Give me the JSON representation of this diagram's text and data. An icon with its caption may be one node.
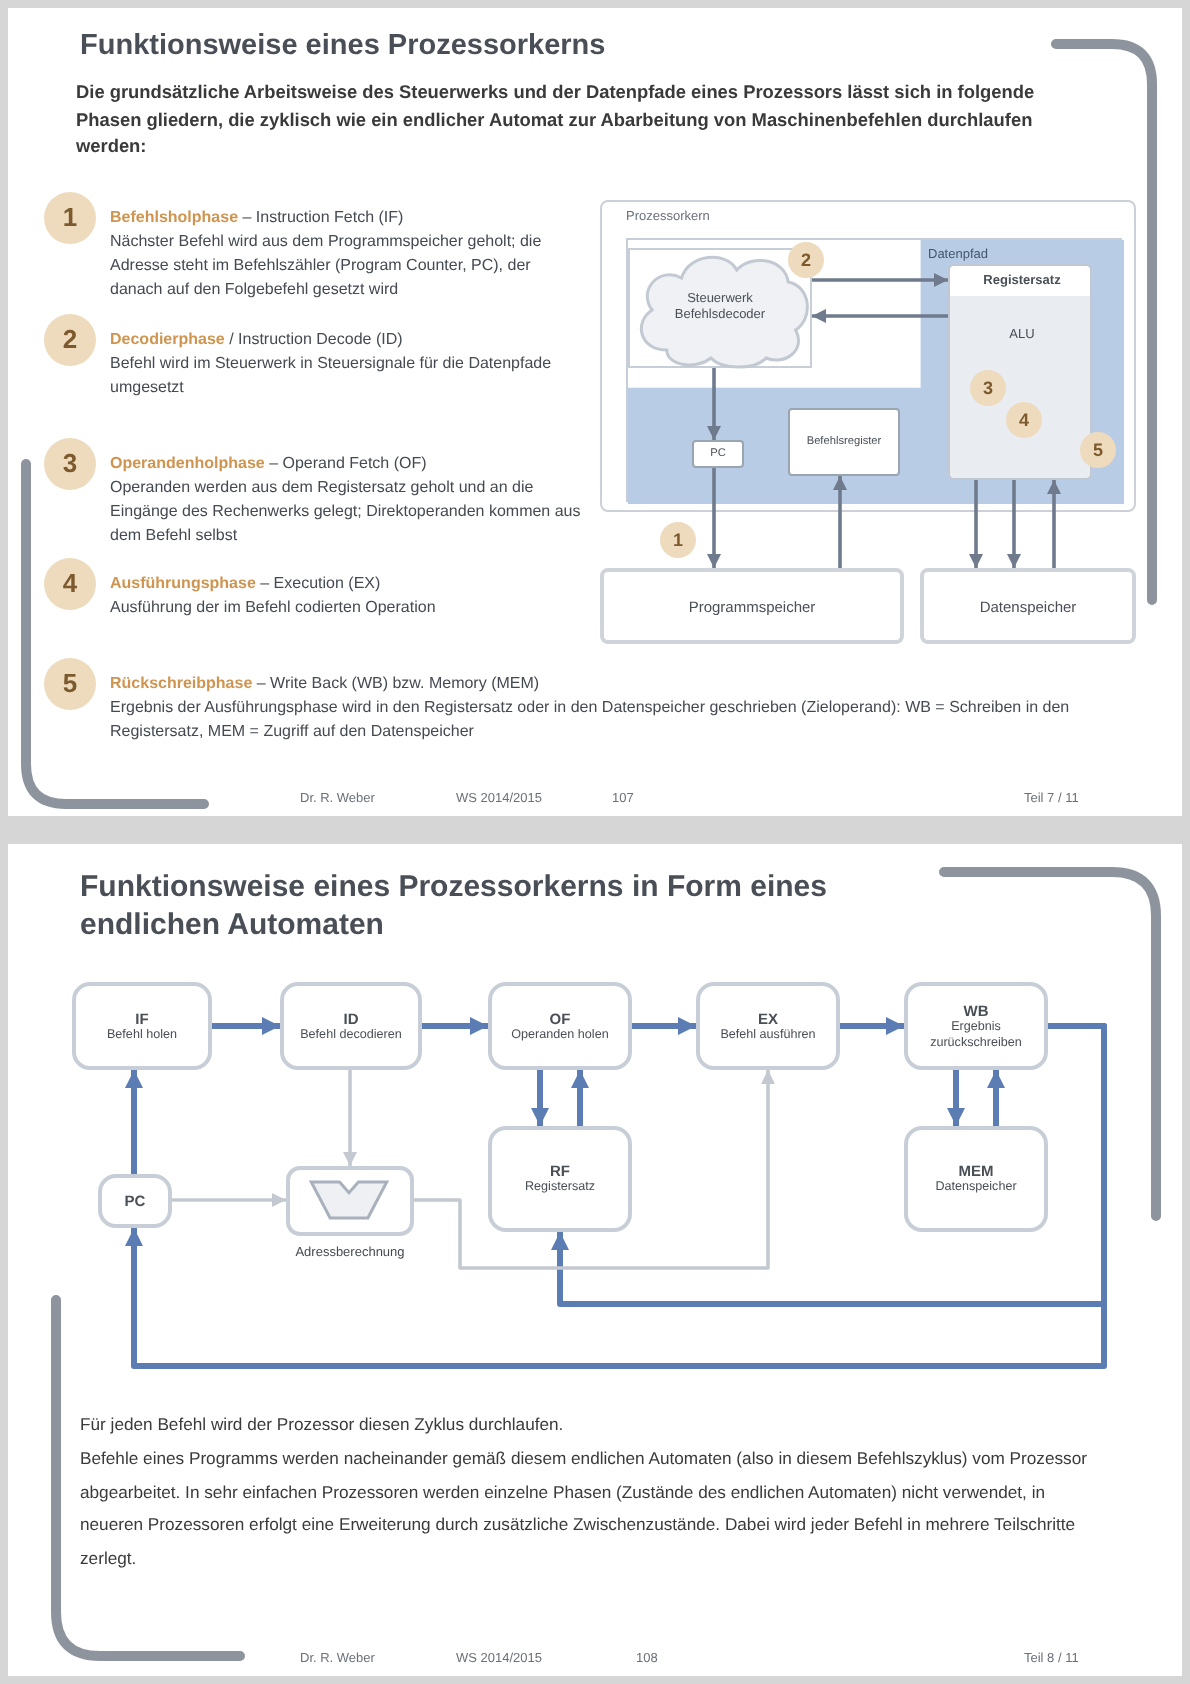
{
  "diagram": {
    "nodes": [
      {
        "text": [
          "Funktionsweise eines Prozessorkerns",
          "Die grundsätzliche Arbeitsweise des Steuerwerks und der Datenpfade eines Prozessors lässt sich in folgende Phasen gliedern, die zyklisch wie ein endlicher Automat zur Abarbeitung von Maschinenbefehlen durchlaufen werden:"
        ]
      },
      {
        "text": [
          "1"
        ],
        "in": 0,
        "beside": [
          "**Befehlsholphase** – Instruction Fetch (IF)",
          "Nächster Befehl wird aus dem Programmspeicher geholt; die Adresse steht im Befehlszähler (Program Counter, PC), der danach auf den Folgebefehl gesetzt wird"
        ]
      },
      {
        "text": [
          "2"
        ],
        "in": 0,
        "beside": [
          "**Decodierphase** / Instruction Decode (ID)",
          "Befehl wird im Steuerwerk in Steuersignale für die Datenpfade umgesetzt"
        ]
      },
      {
        "text": [
          "3"
        ],
        "in": 0,
        "beside": [
          "**Operandenholphase** – Operand Fetch (OF)",
          "Operanden werden aus dem Registersatz geholt und an die Eingänge des Rechenwerks gelegt; Direktoperanden kommen aus dem Befehl selbst"
        ]
      },
      {
        "text": [
          "4"
        ],
        "in": 0,
        "beside": [
          "**Ausführungsphase** – Execution (EX)",
          "Ausführung der im Befehl codierten Operation"
        ]
      },
      {
        "text": [
          "5"
        ],
        "in": 0,
        "beside": [
          "**Rückschreibphase** – Write Back (WB) bzw. Memory (MEM)",
          "Ergebnis der Ausführungsphase wird in den Registersatz oder in den Datenspeicher geschrieben (Zieloperand): WB = Schreiben in den Registersatz, MEM = Zugriff auf den Datenspeicher"
        ]
      },
      {
        "text": [
          "Prozessorkern"
        ],
        "in": 0
      },
      {
        "text": [
          "Steuerwerk",
          "Befehlsdecoder"
        ],
        "in": 8
      },
      {
        "text": [
          "Datenpfad"
        ],
        "in": 6
      },
      {
        "text": [
          "Registersatz",
          "ALU"
        ],
        "in": 8
      },
      {
        "text": [
          "PC"
        ],
        "in": 8
      },
      {
        "text": [
          "Befehlsregister"
        ],
        "in": 8
      },
      {
        "text": [
          "2"
        ],
        "in": 8
      },
      {
        "text": [
          "3"
        ],
        "in": 9
      },
      {
        "text": [
          "4"
        ],
        "in": 9
      },
      {
        "text": [
          "5"
        ],
        "in": 8
      },
      {
        "text": [
          "1"
        ],
        "in": 0
      },
      {
        "text": [
          "Programmspeicher"
        ],
        "in": 0
      },
      {
        "text": [
          "Datenspeicher"
        ],
        "in": 0
      },
      {
        "text": [
          "Funktionsweise eines Prozessorkerns in Form eines endlichen Automaten",
          "Für jeden Befehl wird der Prozessor diesen Zyklus durchlaufen.",
          "Befehle eines Programms werden nacheinander gemäß diesem endlichen Automaten (also in diesem Befehlszyklus) vom Prozessor abgearbeitet. In sehr einfachen Prozessoren werden einzelne Phasen (Zustände des endlichen Automaten) nicht verwendet, in neueren Prozessoren erfolgt eine Erweiterung durch zusätzliche Zwischenzustände. Dabei wird jeder Befehl in mehrere Teilschritte zerlegt."
        ]
      },
      {
        "text": [
          "IF",
          "Befehl holen"
        ],
        "in": 19
      },
      {
        "text": [
          "ID",
          "Befehl decodieren"
        ],
        "in": 19
      },
      {
        "text": [
          "OF",
          "Operanden holen"
        ],
        "in": 19
      },
      {
        "text": [
          "EX",
          "Befehl ausführen"
        ],
        "in": 19
      },
      {
        "text": [
          "WB",
          "Ergebnis zurückschreiben"
        ],
        "in": 19
      },
      {
        "text": [
          "PC"
        ],
        "in": 19
      },
      {
        "text": [],
        "shape": "trapezoid",
        "in": 19,
        "beside": [
          "Adressberechnung"
        ]
      },
      {
        "text": [
          "RF",
          "Registersatz"
        ],
        "in": 19
      },
      {
        "text": [
          "MEM",
          "Datenspeicher"
        ],
        "in": 19
      }
    ],
    "edges": [
      {
        "from": 7,
        "to": 9,
        "arrow": "to",
        "color": "#6f7a8c"
      },
      {
        "from": 9,
        "to": 7,
        "arrow": "to",
        "color": "#6f7a8c"
      },
      {
        "from": 7,
        "to": 10,
        "arrow": "to",
        "color": "#6f7a8c"
      },
      {
        "from": 10,
        "to": 17,
        "arrow": "to",
        "color": "#6f7a8c"
      },
      {
        "from": 17,
        "to": 11,
        "arrow": "to",
        "color": "#6f7a8c"
      },
      {
        "from": 9,
        "to": 18,
        "arrow": "to",
        "color": "#6f7a8c"
      },
      {
        "from": 9,
        "to": 18,
        "arrow": "to",
        "color": "#6f7a8c"
      },
      {
        "from": 18,
        "to": 9,
        "arrow": "to",
        "color": "#6f7a8c"
      },
      {
        "from": 20,
        "to": 21,
        "arrow": "to"
      },
      {
        "from": 21,
        "to": 22,
        "arrow": "to"
      },
      {
        "from": 22,
        "to": 23,
        "arrow": "to"
      },
      {
        "from": 23,
        "to": 24,
        "arrow": "to"
      },
      {
        "from": 22,
        "to": 27,
        "arrow": "to"
      },
      {
        "from": 27,
        "to": 22,
        "arrow": "to"
      },
      {
        "from": 24,
        "to": 28,
        "arrow": "to"
      },
      {
        "from": 28,
        "to": 24,
        "arrow": "to"
      },
      {
        "from": 24,
        "to": 25,
        "arrow": "to"
      },
      {
        "from": 24,
        "to": 27,
        "arrow": "to"
      },
      {
        "from": 25,
        "to": 20,
        "arrow": "to"
      },
      {
        "from": 21,
        "to": 26,
        "arrow": "to",
        "color": "#c4c9d1"
      },
      {
        "from": 25,
        "to": 26,
        "arrow": "to",
        "color": "#c4c9d1"
      },
      {
        "from": 26,
        "to": 23,
        "arrow": "to",
        "color": "#c4c9d1"
      }
    ],
    "labels": [
      "Dr. R. Weber",
      "WS 2014/2015",
      "107",
      "Teil 7 / 11",
      "Dr. R. Weber",
      "WS 2014/2015",
      "108",
      "Teil 8 / 11"
    ]
  }
}
